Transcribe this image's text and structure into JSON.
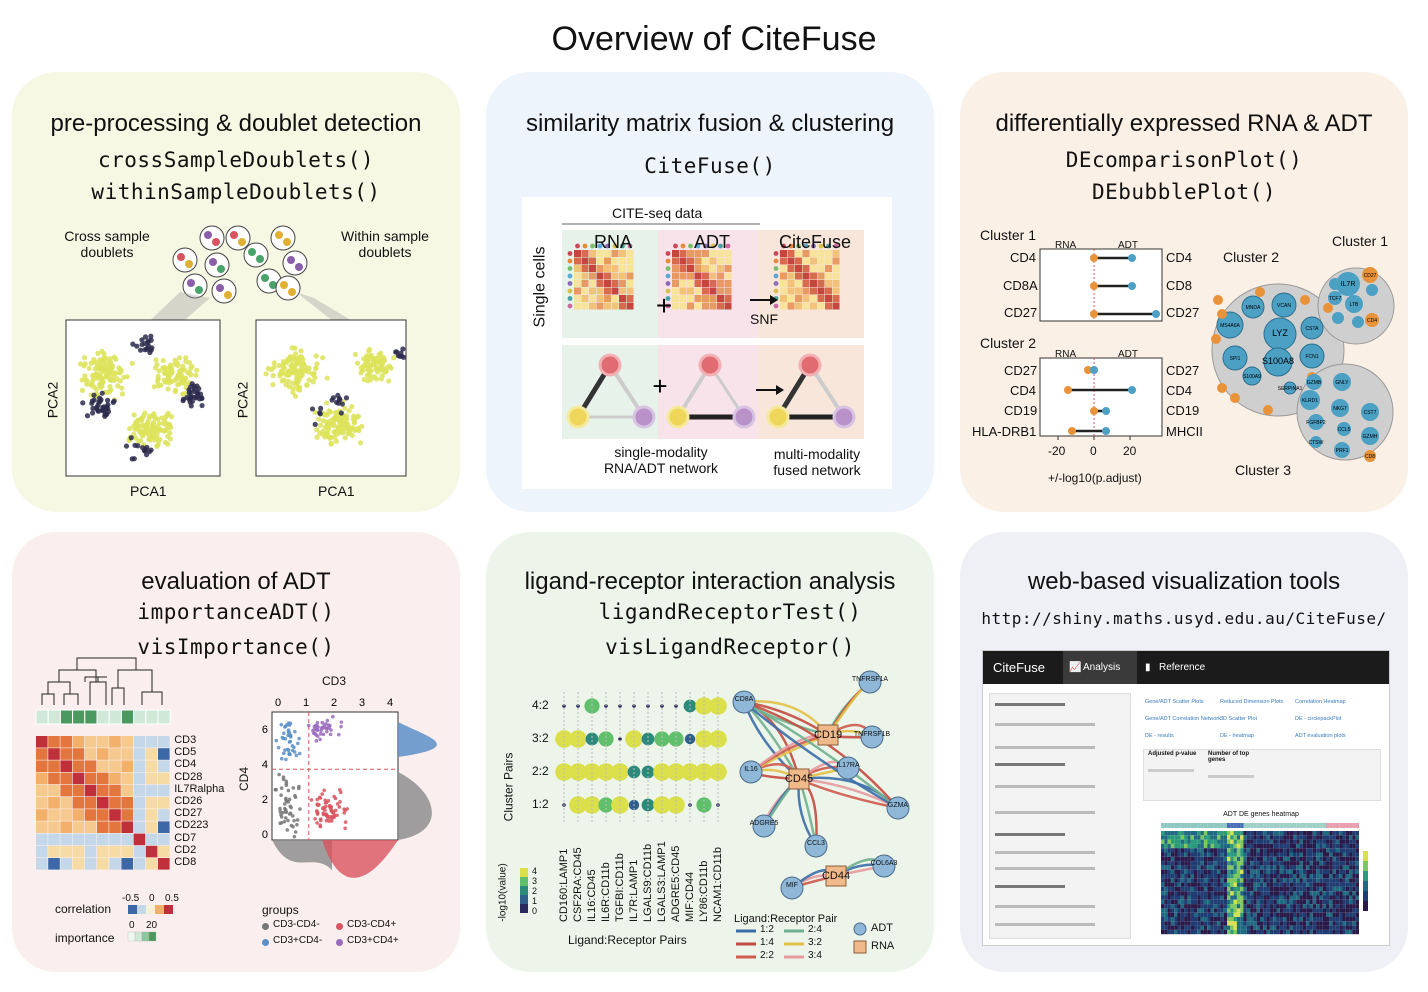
{
  "title": "Overview of CiteFuse",
  "panel1": {
    "heading": "pre-processing & doublet detection",
    "functions": [
      "crossSampleDoublets()",
      "withinSampleDoublets()"
    ],
    "left_label": "Cross sample\ndoublets",
    "right_label": "Within sample\ndoublets",
    "xlabel": "PCA1",
    "ylabel": "PCA2",
    "colors": {
      "singlet": "#dde35a",
      "doublet": "#2b2a4c"
    }
  },
  "panel2": {
    "heading": "similarity matrix fusion & clustering",
    "function": "CiteFuse()",
    "citeseq_label": "CITE-seq data",
    "rna": "RNA",
    "adt": "ADT",
    "citefuse": "CiteFuse",
    "single_cells": "Single cells",
    "snf": "SNF",
    "single_modality": "single-modality\nRNA/ADT network",
    "multi_modality": "multi-modality\nfused network"
  },
  "panel3": {
    "heading": "differentially expressed RNA & ADT",
    "functions": [
      "DEcomparisonPlot()",
      "DEbubblePlot()"
    ],
    "cluster1": {
      "title": "Cluster 1",
      "rna_header": "RNA",
      "adt_header": "ADT",
      "left": [
        "CD4",
        "CD8A",
        "CD27"
      ],
      "right": [
        "CD4",
        "CD8",
        "CD27"
      ]
    },
    "cluster2": {
      "title": "Cluster 2",
      "rna_header": "RNA",
      "adt_header": "ADT",
      "left": [
        "CD27",
        "CD4",
        "CD19",
        "HLA-DRB1"
      ],
      "right": [
        "CD27",
        "CD4",
        "CD19",
        "MHCII"
      ]
    },
    "axis_ticks": [
      "-20",
      "0",
      "20"
    ],
    "xlabel": "+/-log10(p.adjust)",
    "bubble_cluster2": "Cluster 2",
    "bubble_cluster1": "Cluster 1",
    "bubble_cluster3": "Cluster 3",
    "bubble_c2_genes": [
      "MNDA",
      "VCAN",
      "MS4A6A",
      "LYZ",
      "CSTA",
      "SPI1",
      "S100A8",
      "FCN1",
      "S100A9",
      "SERPINA1"
    ],
    "bubble_c1_genes": [
      "IL7R",
      "CD27",
      "TCF7",
      "LTB",
      "CD4"
    ],
    "bubble_c3_genes": [
      "GZMB",
      "GNLY",
      "KLRD1",
      "NKG7",
      "CST7",
      "FGFBP2",
      "CCL5",
      "GZMH",
      "CTSW",
      "PRF1",
      "CD8"
    ]
  },
  "panel4": {
    "heading": "evaluation of ADT",
    "functions": [
      "importanceADT()",
      "visImportance()"
    ],
    "markers": [
      "CD3",
      "CD5",
      "CD4",
      "CD28",
      "IL7Ralpha",
      "CD26",
      "CD27",
      "CD223",
      "CD7",
      "CD2",
      "CD8"
    ],
    "correlation_label": "correlation",
    "correlation_ticks": [
      "-0.5",
      "0",
      "0.5"
    ],
    "importance_label": "importance",
    "importance_ticks": [
      "0",
      "20"
    ],
    "scatter_xlabel": "CD3",
    "scatter_ylabel": "CD4",
    "x_ticks": [
      "0",
      "1",
      "2",
      "3",
      "4"
    ],
    "y_ticks": [
      "0",
      "2",
      "4",
      "6"
    ],
    "groups_title": "groups",
    "groups": [
      "CD3-CD4-",
      "CD3-CD4+",
      "CD3+CD4-",
      "CD3+CD4+"
    ],
    "group_colors": [
      "#777777",
      "#5b8fc7",
      "#d9545e",
      "#9a6bbd"
    ]
  },
  "panel5": {
    "heading": "ligand-receptor interaction analysis",
    "functions": [
      "ligandReceptorTest()",
      "visLigandReceptor()"
    ],
    "ylabel": "Cluster Pairs",
    "cluster_pairs": [
      "4:2",
      "3:2",
      "2:2",
      "1:2"
    ],
    "pairs": [
      "CD160:LAMP1",
      "CSF2RA:CD45",
      "IL16:CD45",
      "IL6R:CD11b",
      "TGFBI:CD11b",
      "IL7R:LAMP1",
      "LGALS9:CD11b",
      "LGALS3:LAMP1",
      "ADGRE5:CD45",
      "MIF:CD44",
      "LY86:CD11b",
      "NCAM1:CD11b"
    ],
    "xlabel": "Ligand:Receptor Pairs",
    "legend_title": "-log10(value)",
    "legend_ticks": [
      "4",
      "3",
      "2",
      "1",
      "0"
    ],
    "network_nodes": [
      "TNFRSF1A",
      "CD8A",
      "CD19",
      "TNFRSF1B",
      "IL16",
      "CD45",
      "IL17RA",
      "GZMA",
      "ADGRE5",
      "CCL3",
      "CD44",
      "COL6A3",
      "MIF"
    ],
    "pair_legend_title": "Ligand:Receptor Pair",
    "pair_legend": [
      "1:2",
      "2:4",
      "1:4",
      "3:2",
      "2:2",
      "3:4"
    ],
    "pair_colors": [
      "#3b6ea8",
      "#6fb08f",
      "#c44a3f",
      "#e2c046",
      "#cf5a4e",
      "#e79aa0"
    ],
    "node_legend": [
      "ADT",
      "RNA"
    ]
  },
  "panel6": {
    "heading": "web-based visualization tools",
    "url": "http://shiny.maths.usyd.edu.au/CiteFuse/",
    "app_name": "CiteFuse",
    "nav": [
      "Analysis",
      "Reference"
    ],
    "heatmap_title": "ADT DE genes heatmap",
    "tabs_row1": [
      "Gene/ADT Scatter Plots",
      "Reduced Dimension Plots",
      "Correlation Heatmap"
    ],
    "tabs_row2": [
      "Gene/ADT Correlation Network",
      "3D Scatter Plot",
      "DE - circlepackPlot"
    ],
    "tabs_row3": [
      "DE - results",
      "DE - heatmap",
      "ADT evaluation plots"
    ],
    "pvalue_label": "Adjusted p-value",
    "genes_label": "Number of top genes"
  }
}
